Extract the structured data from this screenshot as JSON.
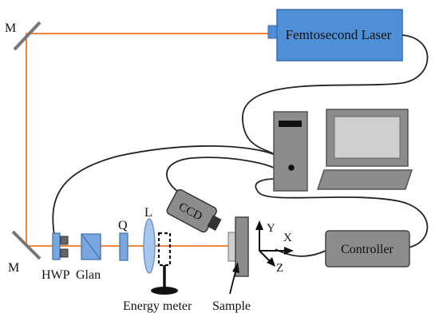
{
  "labels": {
    "mirror_top": "M",
    "mirror_bottom": "M",
    "laser": "Femtosecond Laser",
    "hwp": "HWP",
    "glan": "Glan",
    "q": "Q",
    "lens": "L",
    "ccd": "CCD",
    "axis_y": "Y",
    "axis_x": "X",
    "axis_z": "Z",
    "controller": "Controller",
    "energy_meter": "Energy meter",
    "sample": "Sample"
  },
  "colors": {
    "beam": "#f08a3a",
    "laser_fill": "#4f8fd8",
    "laser_stroke": "#3a6fae",
    "component_fill": "#8c8c8c",
    "component_stroke": "#555555",
    "optic_fill": "#7aa6e0",
    "optic_stroke": "#3d6fb0",
    "lens_fill": "#a9c7ee"
  }
}
